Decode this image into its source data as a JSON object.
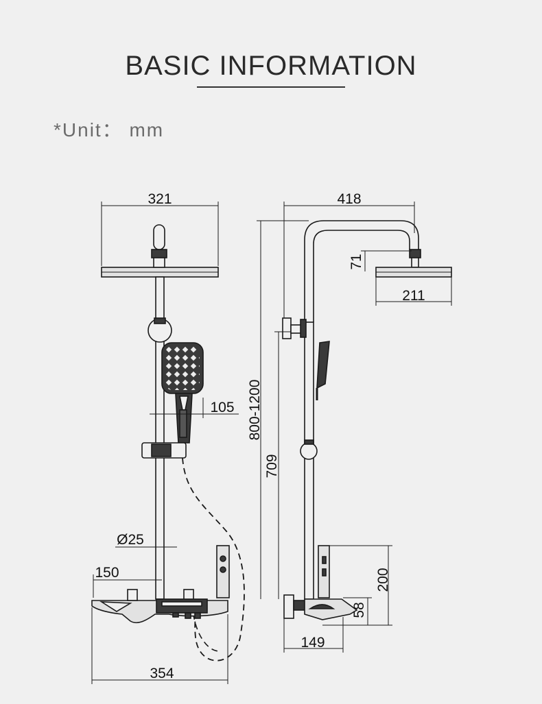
{
  "title": "BASIC INFORMATION",
  "unit_note": "*Unit： mm",
  "front_view": {
    "head_width": "321",
    "handshower_depth": "105",
    "pipe_diameter": "Ø25",
    "mixer_offset": "150",
    "total_width": "354"
  },
  "side_view": {
    "arm_reach": "418",
    "head_thickness": "71",
    "head_depth": "211",
    "height_range": "800-1200",
    "rail_height": "709",
    "panel_height": "200",
    "mixer_height": "58",
    "mixer_depth": "149"
  },
  "colors": {
    "background": "#f0f0f0",
    "line": "#1a1a1a",
    "fill_dark": "#3a3a3a",
    "fill_light": "#e2e2e2"
  }
}
